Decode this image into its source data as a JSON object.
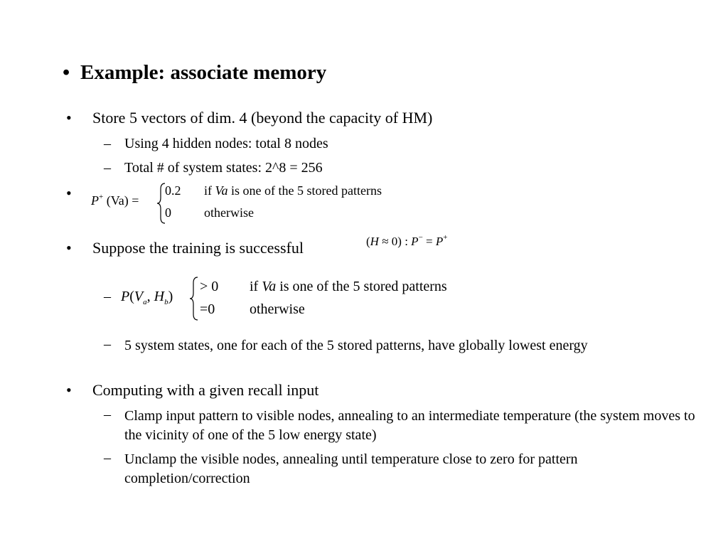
{
  "title": {
    "bullet": "•",
    "text": "Example: associate memory"
  },
  "items": {
    "store": {
      "bullet": "•",
      "text": "Store 5 vectors of dim. 4 (beyond the capacity of HM)"
    },
    "hidden": {
      "dash": "–",
      "text": "Using 4 hidden nodes: total 8 nodes"
    },
    "states": {
      "dash": "–",
      "text": "Total # of system states: 2^8 = 256"
    },
    "formula1": {
      "bullet": "•",
      "lhs_p": "P",
      "lhs_sup": "+",
      "lhs_arg": "(Va) =",
      "case1_val": "0.2",
      "case1_if": "if",
      "case1_var": "Va",
      "case1_text": "is one of the 5 stored patterns",
      "case2_val": "0",
      "case2_text": "otherwise"
    },
    "suppose": {
      "bullet": "•",
      "text": "Suppose the training is successful",
      "math_open": "(",
      "math_h": "H",
      "math_approx": "≈ 0) :",
      "math_p1": "P",
      "math_sup1": "−",
      "math_eq": "=",
      "math_p2": "P",
      "math_sup2": "+"
    },
    "formula2": {
      "dash": "–",
      "lhs_p": "P",
      "lhs_open": "(",
      "lhs_v": "V",
      "lhs_sub_a": "a",
      "lhs_comma": ",",
      "lhs_h": "H",
      "lhs_sub_b": "b",
      "lhs_close": ")",
      "case1_val": "> 0",
      "case1_if": "if",
      "case1_var": "Va",
      "case1_text": "is one of the 5 stored patterns",
      "case2_val": "=0",
      "case2_text": "otherwise"
    },
    "lowest": {
      "dash": "–",
      "text": "5 system states, one for each of the 5 stored patterns, have globally lowest energy"
    },
    "computing": {
      "bullet": "•",
      "text": "Computing with a given recall input"
    },
    "clamp": {
      "dash": "–",
      "text": "Clamp input pattern to visible nodes, annealing to an intermediate temperature (the system moves to the vicinity of one of the 5 low energy state)"
    },
    "unclamp": {
      "dash": "–",
      "text": "Unclamp the visible nodes, annealing until temperature close to zero for pattern completion/correction"
    }
  }
}
